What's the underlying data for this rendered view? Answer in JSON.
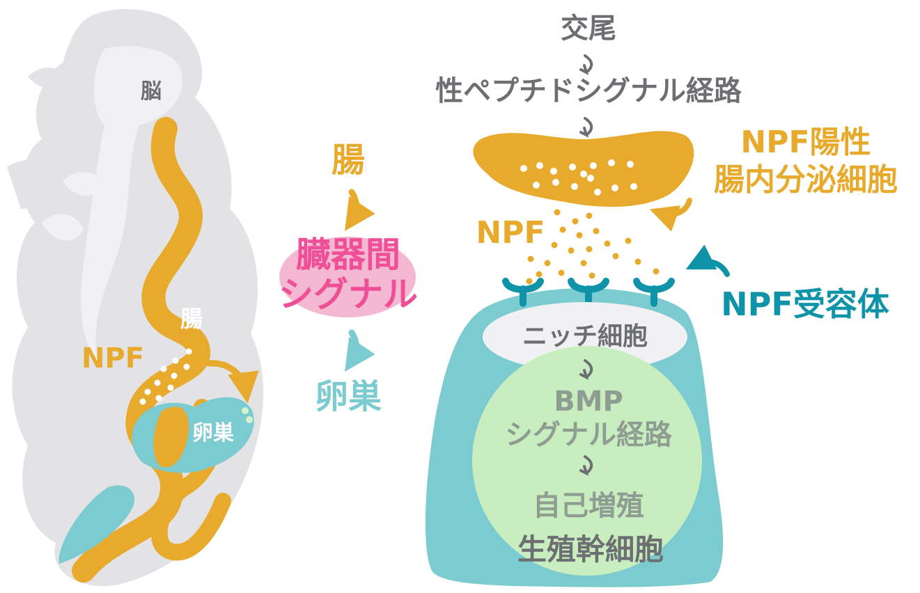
{
  "colors": {
    "orange": "#e8aa2c",
    "teal": "#7ccbd0",
    "receptor_blue": "#0e93a8",
    "pink_text": "#ee4f97",
    "pink_blob": "#f4b8d2",
    "body_gray": "#e3e3e6",
    "light_gray": "#f1f1f4",
    "stem_green": "#c8eec0",
    "text_gray": "#6d6e72"
  },
  "anatomy": {
    "brain": "脳",
    "gut": "腸",
    "npf": "NPF",
    "ovary": "卵巣"
  },
  "interorgan": {
    "gut": "腸",
    "signal_line1": "臓器間",
    "signal_line2": "シグナル",
    "ovary": "卵巣"
  },
  "pathway": {
    "mating": "交尾",
    "sex_peptide": "性ペプチドシグナル経路",
    "enteroendocrine_line1": "NPF陽性",
    "enteroendocrine_line2": "腸内分泌細胞",
    "npf": "NPF",
    "receptor": "NPF受容体",
    "niche": "ニッチ細胞",
    "bmp_line1": "BMP",
    "bmp_line2": "シグナル経路",
    "self_renewal": "自己増殖",
    "gsc": "生殖幹細胞"
  },
  "icons": [
    "down-arrow-icon",
    "curved-arrow-icon",
    "receptor-icon"
  ]
}
